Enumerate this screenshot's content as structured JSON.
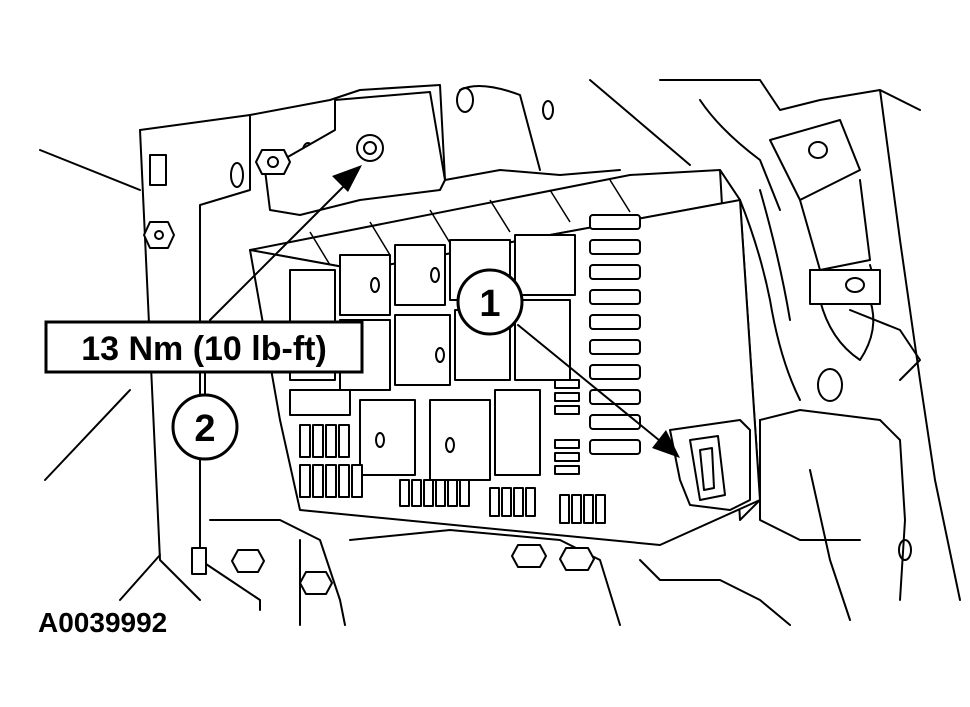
{
  "figure": {
    "torque_label": "13 Nm (10 lb-ft)",
    "callouts": [
      {
        "number": "1"
      },
      {
        "number": "2"
      }
    ],
    "figure_id": "A0039992"
  },
  "colors": {
    "ink": "#000000",
    "paper": "#ffffff"
  },
  "icons": [
    "bolt-icon",
    "arrow-icon"
  ]
}
